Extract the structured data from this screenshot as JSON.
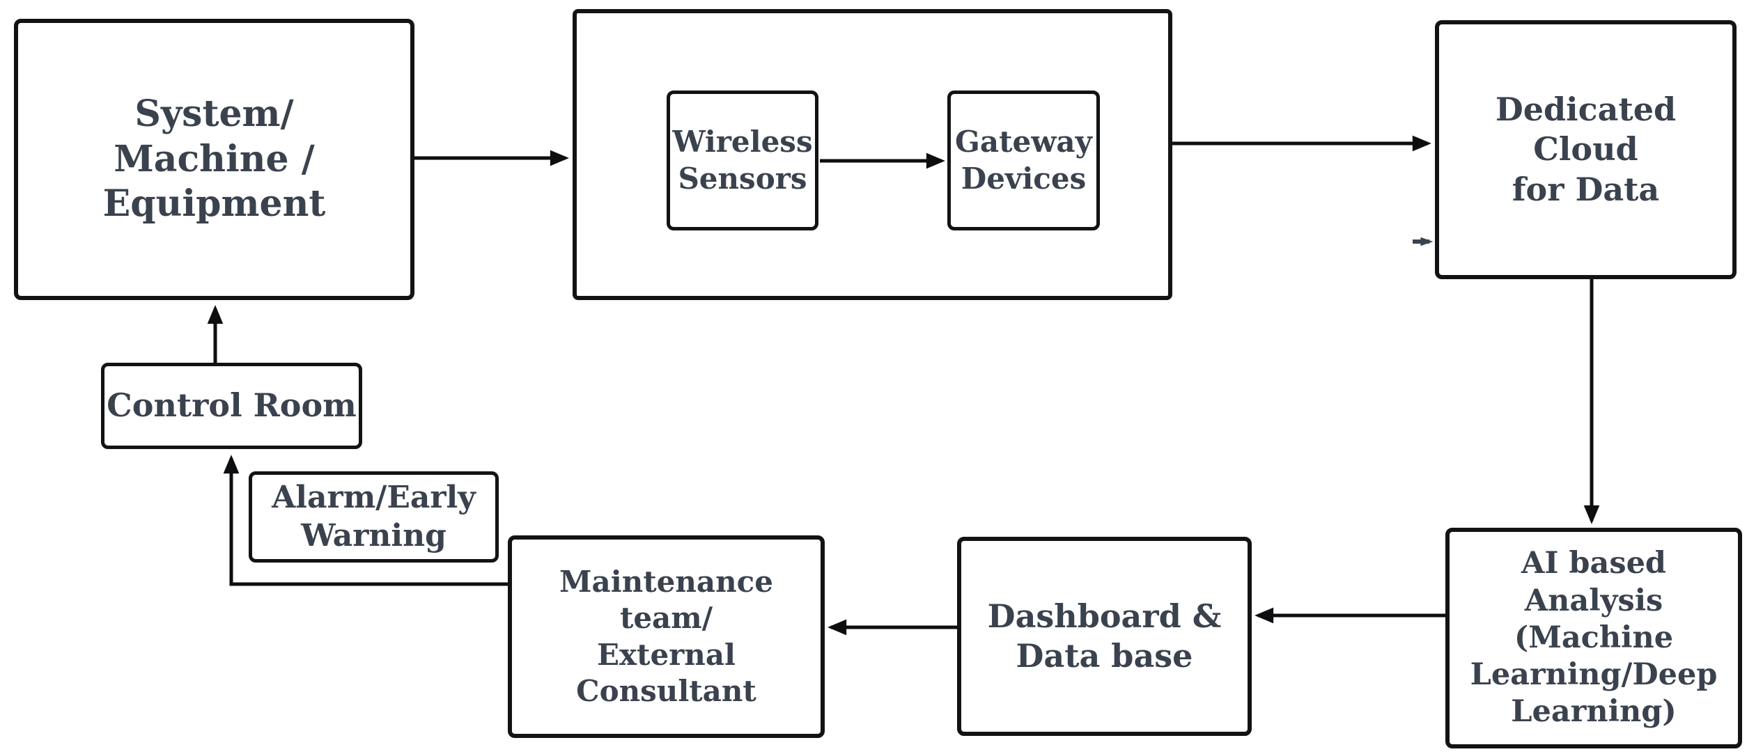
{
  "diagram": {
    "kind": "flowchart",
    "nodes": {
      "system": {
        "label": "System/\nMachine /\nEquipment"
      },
      "sensor_group": {
        "label": ""
      },
      "wireless": {
        "label": "Wireless\nSensors"
      },
      "gateway": {
        "label": "Gateway\nDevices"
      },
      "cloud": {
        "label": "Dedicated Cloud\nfor Data"
      },
      "control": {
        "label": "Control Room"
      },
      "alarm": {
        "label": "Alarm/Early\nWarning"
      },
      "maintenance": {
        "label": "Maintenance team/\nExternal\nConsultant"
      },
      "dashboard": {
        "label": "Dashboard &\nData base"
      },
      "ai": {
        "label": "AI based\nAnalysis\n(Machine\nLearning/Deep\nLearning)"
      }
    },
    "edges": [
      {
        "from": "system",
        "to": "sensor_group"
      },
      {
        "from": "wireless",
        "to": "gateway"
      },
      {
        "from": "sensor_group",
        "to": "cloud"
      },
      {
        "from": "cloud",
        "to": "ai"
      },
      {
        "from": "ai",
        "to": "dashboard"
      },
      {
        "from": "dashboard",
        "to": "maintenance"
      },
      {
        "from": "maintenance",
        "to": "control",
        "label_box": "alarm"
      },
      {
        "from": "control",
        "to": "system"
      }
    ],
    "artifacts": [
      {
        "name": "small-arrow-stub",
        "at": "cloud-left-edge"
      }
    ]
  },
  "colors": {
    "background": "#ffffff",
    "box_border": "#111315",
    "arrow_color": "#0d0e10",
    "text_color": "#3a424e",
    "tick_color": "#3a424e"
  }
}
